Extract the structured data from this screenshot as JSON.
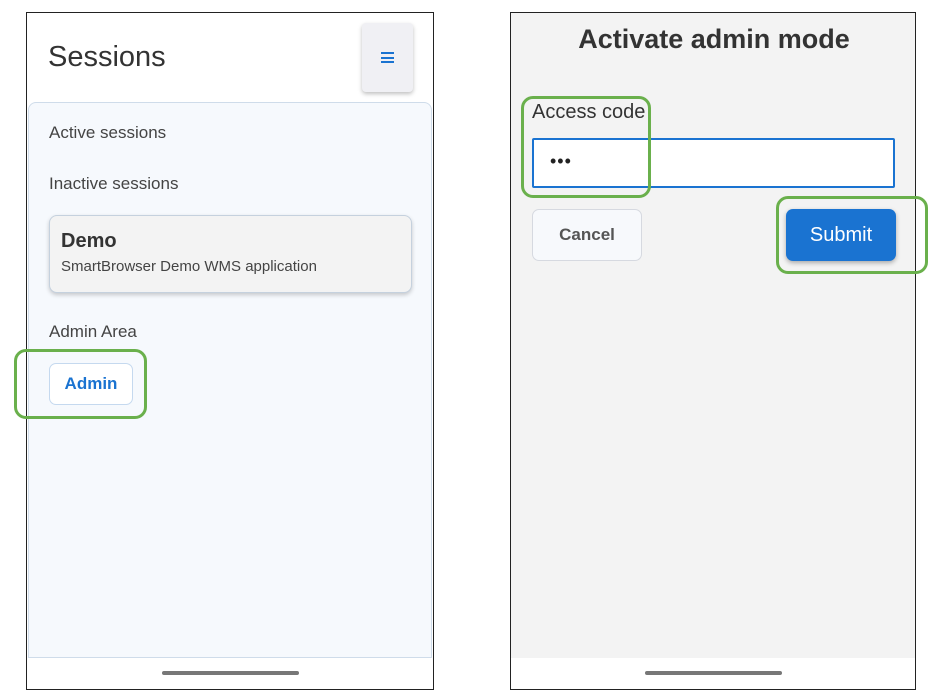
{
  "sessions_screen": {
    "title": "Sessions",
    "menu_icon": "hamburger-icon",
    "active_label": "Active sessions",
    "inactive_label": "Inactive sessions",
    "session_card": {
      "name": "Demo",
      "description": "SmartBrowser Demo WMS application"
    },
    "admin_area_label": "Admin Area",
    "admin_button": "Admin"
  },
  "admin_dialog": {
    "title": "Activate admin mode",
    "access_code_label": "Access code",
    "access_code_value": "•••",
    "cancel_button": "Cancel",
    "submit_button": "Submit"
  },
  "colors": {
    "accent": "#1a73d1",
    "highlight": "#6ab04c"
  }
}
